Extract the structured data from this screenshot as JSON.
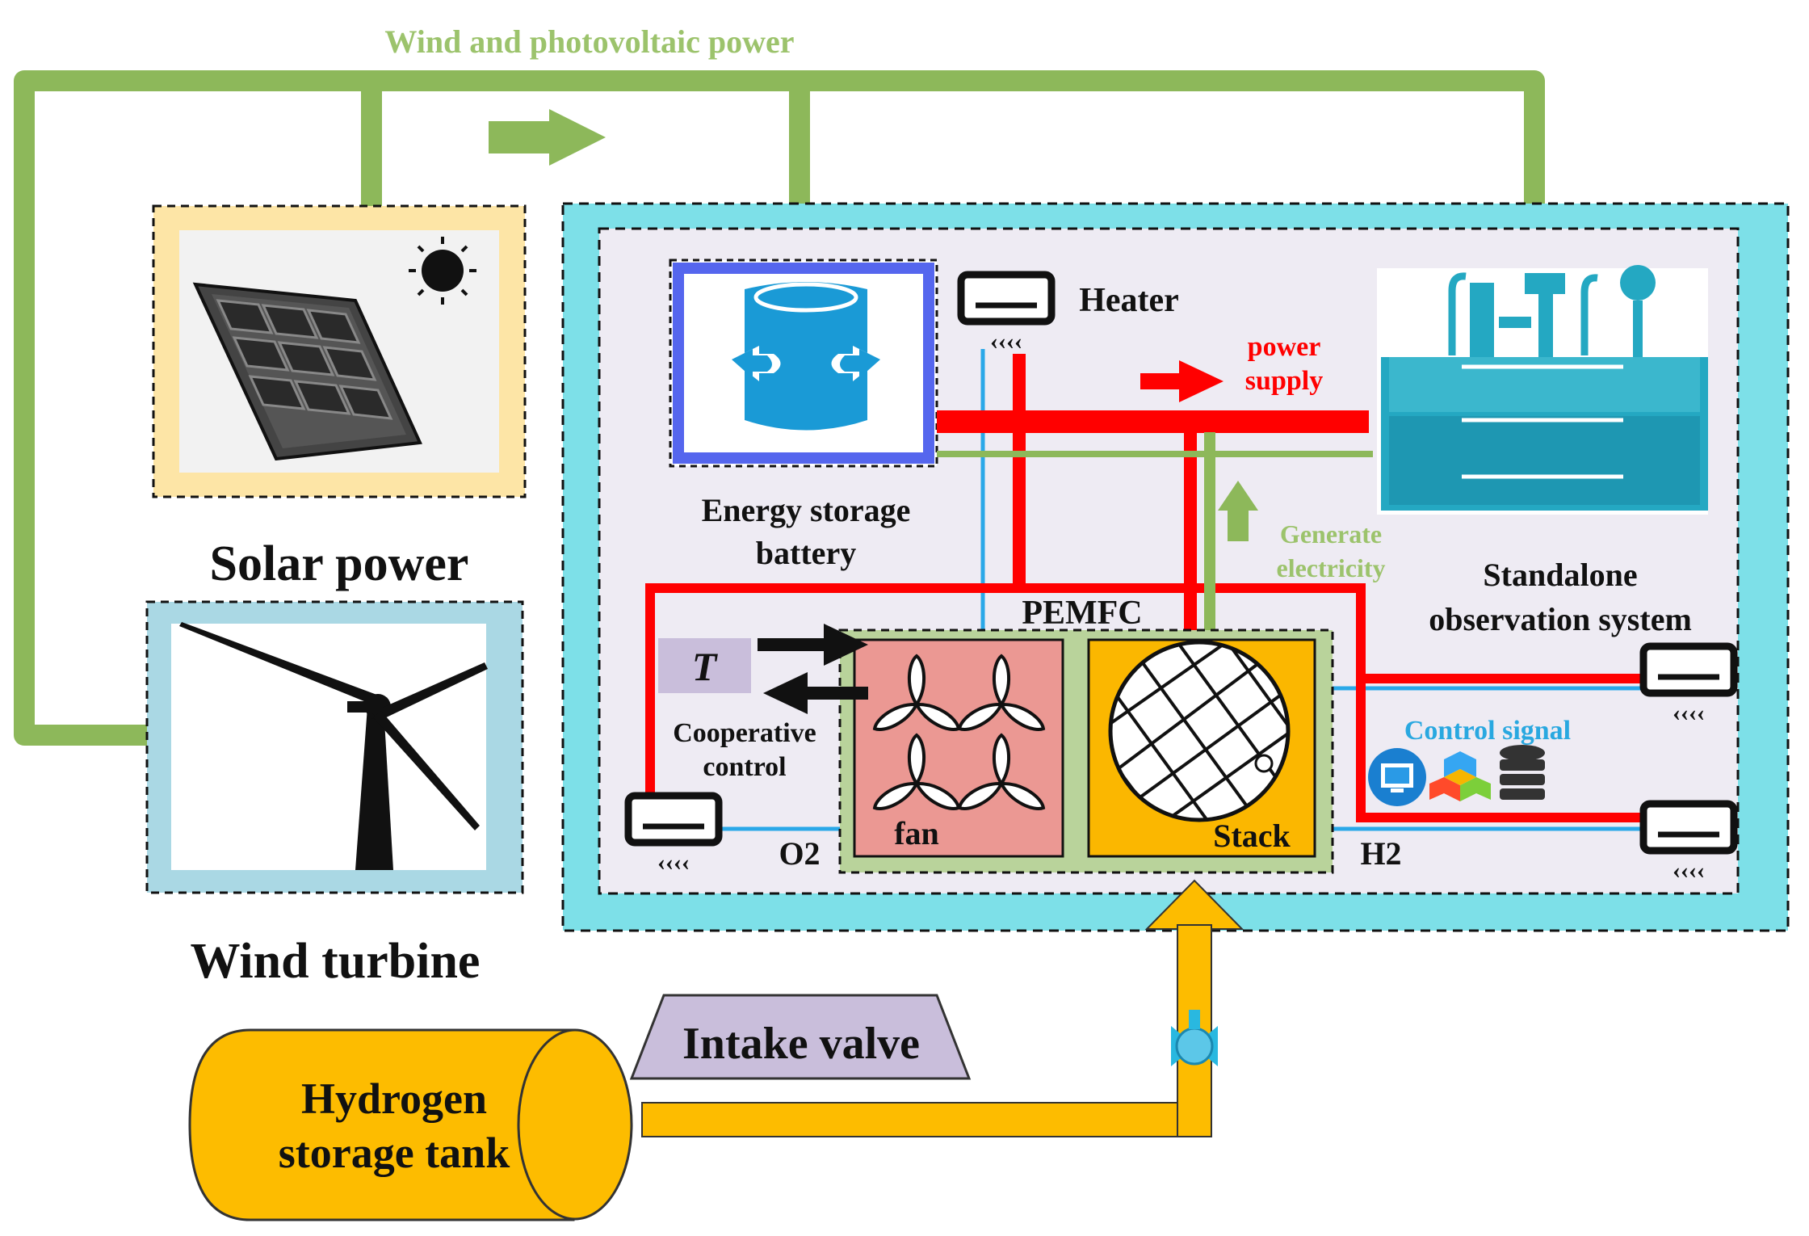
{
  "labels": {
    "wind_pv_power": "Wind and photovoltaic power",
    "solar_power": "Solar power",
    "wind_turbine": "Wind turbine",
    "energy_storage_line1": "Energy storage",
    "energy_storage_line2": "battery",
    "heater": "Heater",
    "power_supply_line1": "power",
    "power_supply_line2": "supply",
    "generate_line1": "Generate",
    "generate_line2": "electricity",
    "standalone_line1": "Standalone",
    "standalone_line2": "observation system",
    "pemfc": "PEMFC",
    "t_symbol": "T",
    "coop_line1": "Cooperative",
    "coop_line2": "control",
    "control_signal": "Control signal",
    "fan": "fan",
    "stack": "Stack",
    "o2": "O2",
    "h2": "H2",
    "intake_valve": "Intake valve",
    "tank_line1": "Hydrogen",
    "tank_line2": "storage tank"
  },
  "colors": {
    "green_line": "#8db85a",
    "green_text": "#9cc36c",
    "red_line": "#ff0000",
    "blue_line": "#2aa8e8",
    "cyan_frame": "#7de0e8",
    "inner_bg": "#eeebf3",
    "battery_border": "#5566ee",
    "battery_fill": "#1a9ad6",
    "solar_frame": "#fde5a6",
    "wind_frame": "#aad8e4",
    "pemfc_frame": "#b9d39b",
    "fan_fill": "#eb9893",
    "stack_fill": "#fbb700",
    "valve_fill": "#c9bedb",
    "tank_fill": "#fdbc00",
    "teal_station": "#24a8c2",
    "control_text": "#29a8e0"
  },
  "icons": [
    "sun-icon",
    "solar-panel-icon",
    "wind-turbine-icon",
    "battery-icon",
    "heater-icon",
    "fan-icon",
    "stack-grid-icon",
    "monitor-icon",
    "cubes-icon",
    "database-icon",
    "valve-icon",
    "observation-station-icon"
  ]
}
